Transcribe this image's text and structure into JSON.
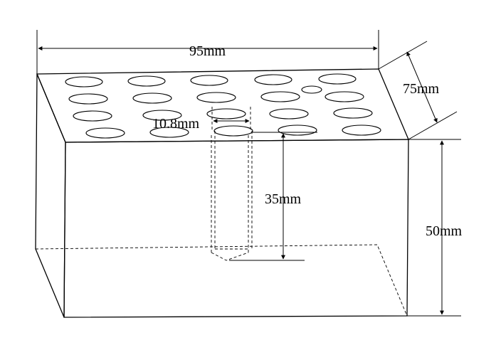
{
  "dimensions": {
    "width": "95mm",
    "depth": "75mm",
    "height": "50mm",
    "hole_depth": "35mm",
    "hole_diameter": "10.8mm"
  },
  "hole_grid": {
    "rows": 4,
    "columns": 5
  }
}
